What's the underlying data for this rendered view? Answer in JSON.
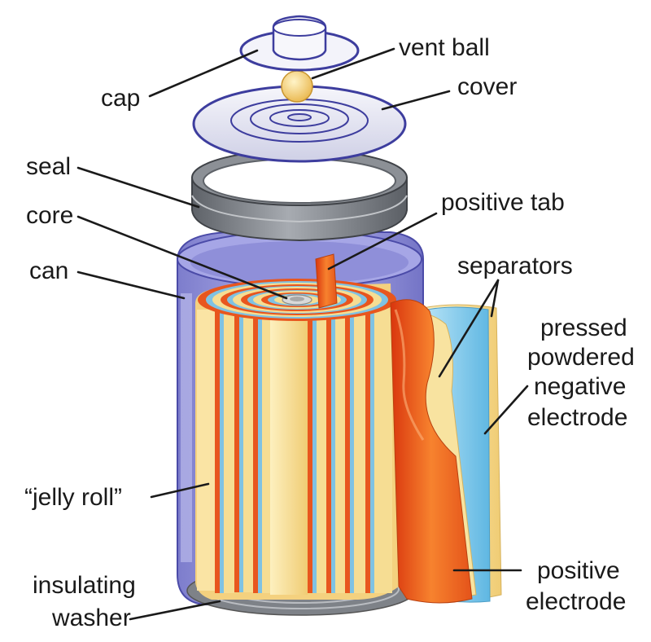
{
  "labels": {
    "cap": "cap",
    "vent_ball": "vent ball",
    "cover": "cover",
    "seal": "seal",
    "positive_tab": "positive tab",
    "core": "core",
    "can": "can",
    "separators": "separators",
    "negative_electrode": [
      "pressed",
      "powdered",
      "negative",
      "electrode"
    ],
    "jelly_roll": "“jelly roll”",
    "insulating_washer": [
      "insulating",
      "washer"
    ],
    "positive_electrode": [
      "positive",
      "electrode"
    ]
  },
  "colors": {
    "can": "#8f8fd8",
    "seal": "#7b7f86",
    "positive_electrode": "#e8561e",
    "separator": "#f6dd93",
    "negative_electrode": "#8fcbe8",
    "core": "#d9d9d9"
  }
}
